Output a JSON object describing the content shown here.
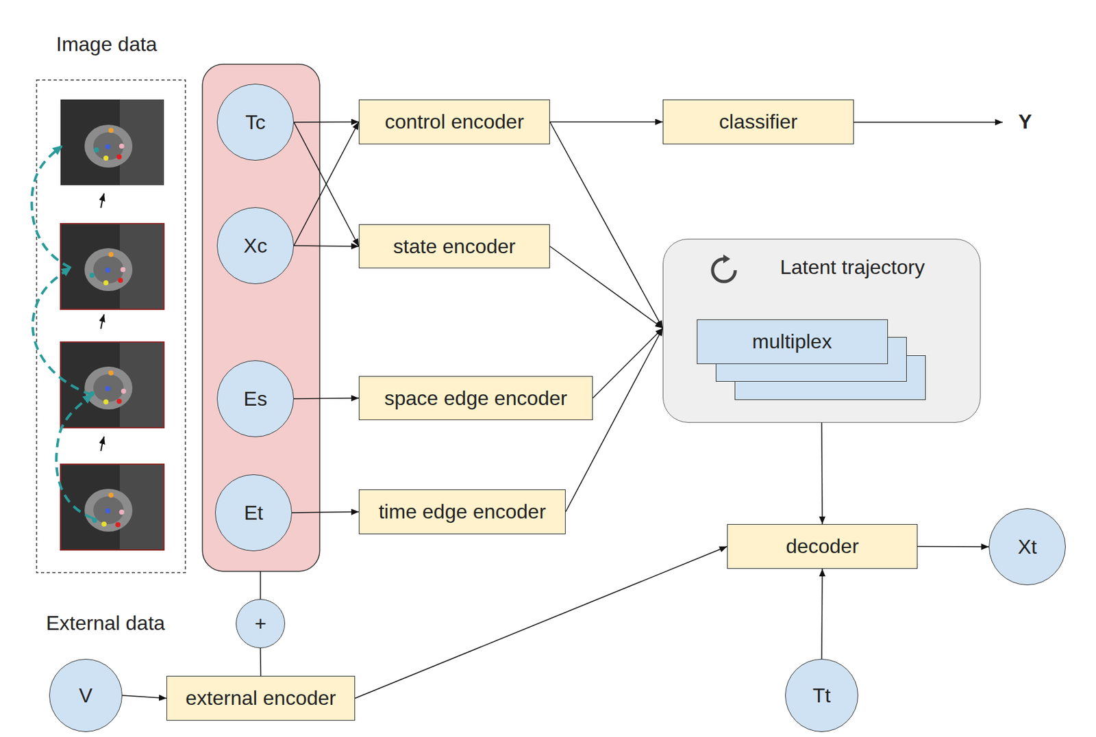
{
  "diagram": {
    "nodes": [
      {
        "text": [
          "Tc"
        ]
      },
      {
        "text": [
          "Xc"
        ]
      },
      {
        "text": [
          "Es"
        ]
      },
      {
        "text": [
          "Et"
        ]
      },
      {
        "text": [
          "control encoder"
        ]
      },
      {
        "text": [
          "classifier"
        ]
      },
      {
        "text": [
          "state encoder"
        ]
      },
      {
        "text": [
          "Latent trajectory"
        ]
      },
      {
        "text": [
          "multiplex"
        ],
        "in": 7
      },
      {
        "text": [
          "space edge encoder"
        ]
      },
      {
        "text": [
          "time edge encoder"
        ]
      },
      {
        "text": [
          "decoder"
        ]
      },
      {
        "text": [
          "Xt"
        ]
      },
      {
        "text": [
          "+"
        ]
      },
      {
        "text": [
          "V"
        ]
      },
      {
        "text": [
          "external encoder"
        ]
      },
      {
        "text": [
          "Tt"
        ]
      }
    ],
    "edges": [
      {
        "from": 0,
        "to": 4,
        "arrow": "to"
      },
      {
        "from": 0,
        "to": 6,
        "arrow": "to"
      },
      {
        "from": 1,
        "to": 4,
        "arrow": "to"
      },
      {
        "from": 1,
        "to": 6,
        "arrow": "to"
      },
      {
        "from": 2,
        "to": 9,
        "arrow": "to"
      },
      {
        "from": 3,
        "to": 10,
        "arrow": "to"
      },
      {
        "from": 4,
        "to": 5,
        "arrow": "to"
      },
      {
        "from": 4,
        "to": 7,
        "arrow": "to"
      },
      {
        "from": 6,
        "to": 7,
        "arrow": "to"
      },
      {
        "from": 9,
        "to": 7,
        "arrow": "to"
      },
      {
        "from": 10,
        "to": 7,
        "arrow": "to"
      },
      {
        "from": 7,
        "to": 11,
        "arrow": "to"
      },
      {
        "from": 15,
        "to": 11,
        "arrow": "to"
      },
      {
        "from": 16,
        "to": 11,
        "arrow": "to"
      },
      {
        "from": 11,
        "to": 12,
        "arrow": "to"
      },
      {
        "from": 14,
        "to": 15,
        "arrow": "to"
      },
      {
        "from": 13,
        "to": 15,
        "arrow": "none"
      }
    ],
    "labels": [
      "Image data",
      "External data",
      "Y"
    ]
  }
}
